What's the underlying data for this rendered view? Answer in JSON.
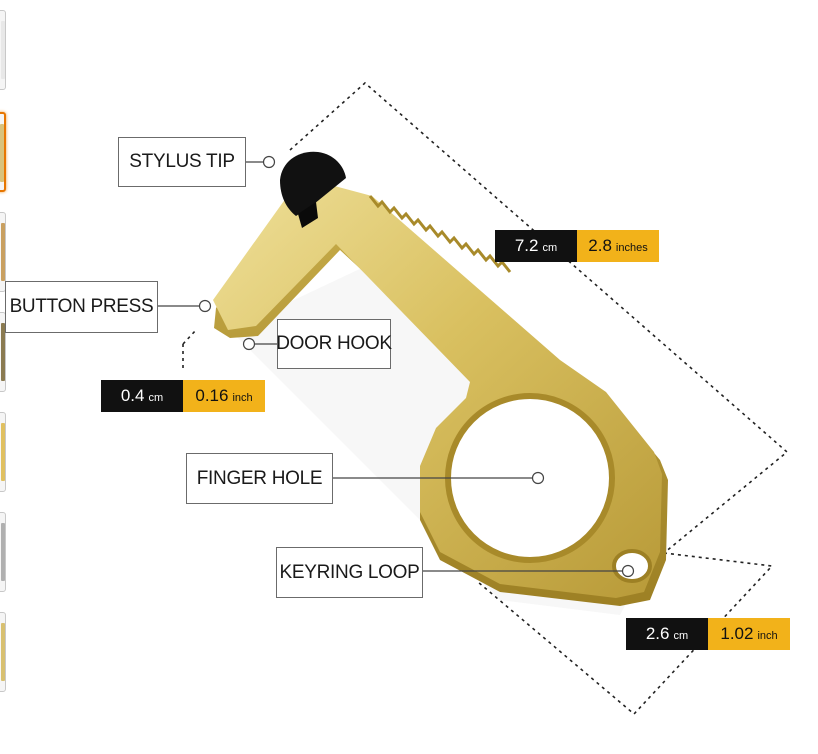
{
  "thumbnails": {
    "count": 7,
    "selected_index": 1
  },
  "labels": {
    "stylus_tip": "STYLUS TIP",
    "button_press": "BUTTON PRESS",
    "door_hook": "DOOR HOOK",
    "finger_hole": "FINGER HOLE",
    "keyring_loop": "KEYRING LOOP"
  },
  "dimensions": {
    "length": {
      "metric_value": "7.2",
      "metric_unit": "cm",
      "imperial_value": "2.8",
      "imperial_unit": "inches"
    },
    "thickness": {
      "metric_value": "0.4",
      "metric_unit": "cm",
      "imperial_value": "0.16",
      "imperial_unit": "inch"
    },
    "width": {
      "metric_value": "2.6",
      "metric_unit": "cm",
      "imperial_value": "1.02",
      "imperial_unit": "inch"
    }
  },
  "colors": {
    "brass": "#d9c060",
    "brass_dark": "#a88a2a",
    "black_tip": "#111111",
    "badge_dark": "#111111",
    "badge_accent": "#f2b21a",
    "selected_thumb_border": "#e77600"
  }
}
